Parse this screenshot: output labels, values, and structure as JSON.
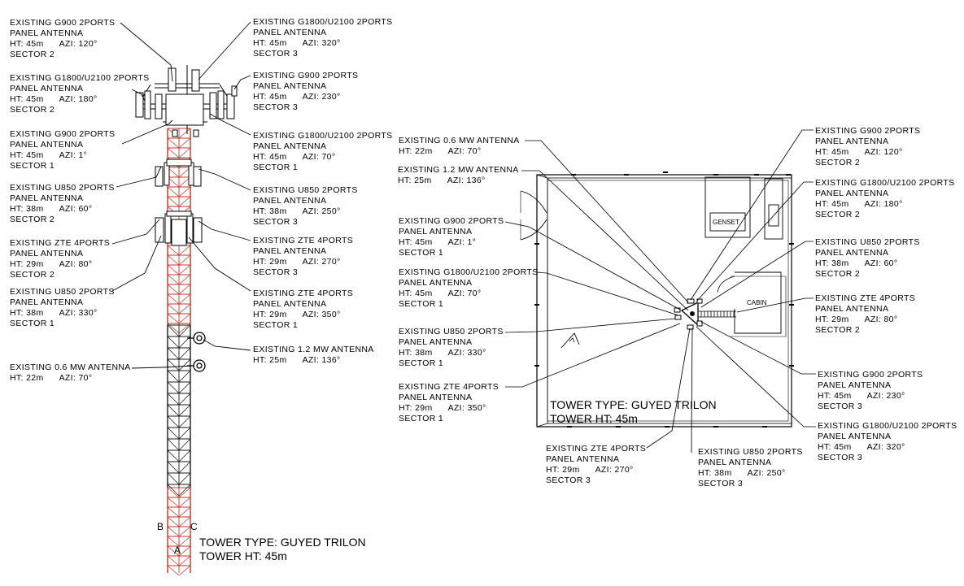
{
  "elevation": {
    "labels": [
      {
        "lines": [
          "EXISTING G900 2PORTS",
          "PANEL ANTENNA",
          "HT: 45m      AZI: 120°",
          "SECTOR 2"
        ]
      },
      {
        "lines": [
          "EXISTING G1800/U2100 2PORTS",
          "PANEL ANTENNA",
          "HT: 45m      AZI: 180°",
          "SECTOR 2"
        ]
      },
      {
        "lines": [
          "EXISTING G900 2PORTS",
          "PANEL ANTENNA",
          "HT: 45m      AZI: 1°",
          "SECTOR 1"
        ]
      },
      {
        "lines": [
          "EXISTING U850 2PORTS",
          "PANEL ANTENNA",
          "HT: 38m      AZI: 60°",
          "SECTOR 2"
        ]
      },
      {
        "lines": [
          "EXISTING ZTE 4PORTS",
          "PANEL ANTENNA",
          "HT: 29m      AZI: 80°",
          "SECTOR 2"
        ]
      },
      {
        "lines": [
          "EXISTING U850 2PORTS",
          "PANEL ANTENNA",
          "HT: 38m      AZI: 330°",
          "SECTOR 1"
        ]
      },
      {
        "lines": [
          "EXISTING 0.6 MW ANTENNA",
          "HT: 22m      AZI: 70°"
        ]
      },
      {
        "lines": [
          "EXISTING G1800/U2100 2PORTS",
          "PANEL ANTENNA",
          "HT: 45m      AZI: 320°",
          "SECTOR 3"
        ]
      },
      {
        "lines": [
          "EXISTING G900 2PORTS",
          "PANEL ANTENNA",
          "HT: 45m      AZI: 230°",
          "SECTOR 3"
        ]
      },
      {
        "lines": [
          "EXISTING G1800/U2100 2PORTS",
          "PANEL ANTENNA",
          "HT: 45m      AZI: 70°",
          "SECTOR 1"
        ]
      },
      {
        "lines": [
          "EXISTING U850 2PORTS",
          "PANEL ANTENNA",
          "HT: 38m      AZI: 250°",
          "SECTOR 3"
        ]
      },
      {
        "lines": [
          "EXISTING ZTE 4PORTS",
          "PANEL ANTENNA",
          "HT: 29m      AZI: 270°",
          "SECTOR 3"
        ]
      },
      {
        "lines": [
          "EXISTING ZTE 4PORTS",
          "PANEL ANTENNA",
          "HT: 29m      AZI: 350°",
          "SECTOR 1"
        ]
      },
      {
        "lines": [
          "EXISTING 1.2 MW ANTENNA",
          "HT: 25m      AZI: 136°"
        ]
      }
    ],
    "legs": [
      "B",
      "C",
      "A"
    ],
    "tower_type": "TOWER TYPE: GUYED TRILON",
    "tower_ht": "TOWER HT: 45m"
  },
  "plan": {
    "labels": [
      {
        "lines": [
          "EXISTING 0.6 MW ANTENNA",
          "HT: 22m      AZI: 70°"
        ]
      },
      {
        "lines": [
          "EXISTING 1.2 MW ANTENNA",
          "HT: 25m      AZI: 136°"
        ]
      },
      {
        "lines": [
          "EXISTING G900 2PORTS",
          "PANEL ANTENNA",
          "HT: 45m      AZI: 1°",
          "SECTOR 1"
        ]
      },
      {
        "lines": [
          "EXISTING G1800/U2100 2PORTS",
          "PANEL ANTENNA",
          "HT: 45m      AZI: 70°",
          "SECTOR 1"
        ]
      },
      {
        "lines": [
          "EXISTING U850 2PORTS",
          "PANEL ANTENNA",
          "HT: 38m      AZI: 330°",
          "SECTOR 1"
        ]
      },
      {
        "lines": [
          "EXISTING ZTE 4PORTS",
          "PANEL ANTENNA",
          "HT: 29m      AZI: 350°",
          "SECTOR 1"
        ]
      },
      {
        "lines": [
          "EXISTING ZTE 4PORTS",
          "PANEL ANTENNA",
          "HT: 29m      AZI: 270°",
          "SECTOR 3"
        ]
      },
      {
        "lines": [
          "EXISTING U850 2PORTS",
          "PANEL ANTENNA",
          "HT: 38m      AZI: 250°",
          "SECTOR 3"
        ]
      },
      {
        "lines": [
          "EXISTING G900 2PORTS",
          "PANEL ANTENNA",
          "HT: 45m      AZI: 120°",
          "SECTOR 2"
        ]
      },
      {
        "lines": [
          "EXISTING G1800/U2100 2PORTS",
          "PANEL ANTENNA",
          "HT: 45m      AZI: 180°",
          "SECTOR 2"
        ]
      },
      {
        "lines": [
          "EXISTING U850 2PORTS",
          "PANEL ANTENNA",
          "HT: 38m      AZI: 60°",
          "SECTOR 2"
        ]
      },
      {
        "lines": [
          "EXISTING ZTE 4PORTS",
          "PANEL ANTENNA",
          "HT: 29m      AZI: 80°",
          "SECTOR 2"
        ]
      },
      {
        "lines": [
          "EXISTING G900 2PORTS",
          "PANEL ANTENNA",
          "HT: 45m      AZI: 230°",
          "SECTOR 3"
        ]
      },
      {
        "lines": [
          "EXISTING G1800/U2100 2PORTS",
          "PANEL ANTENNA",
          "HT: 45m      AZI: 320°",
          "SECTOR 3"
        ]
      }
    ],
    "genset": "GENSET",
    "cabin": "CABIN",
    "tower_type": "TOWER TYPE: GUYED TRILON",
    "tower_ht": "TOWER HT: 45m"
  },
  "colors": {
    "tower_red": "#c0392b",
    "tower_black": "#1a1a1a",
    "line": "#000000"
  }
}
